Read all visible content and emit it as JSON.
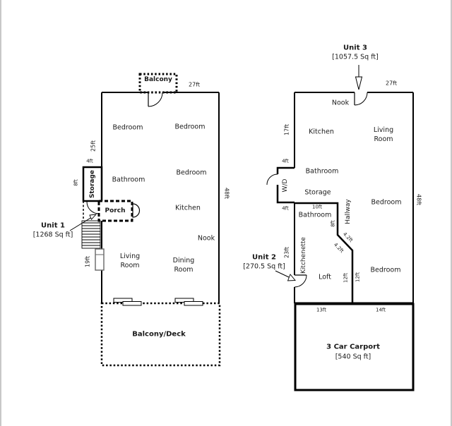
{
  "palette": {
    "wall": "#000000",
    "text": "#1a1a1a",
    "frame": "#c8c8c8",
    "background": "#ffffff"
  },
  "left_plan": {
    "unit1": {
      "name": "Unit 1",
      "area": "[1268 Sq ft]"
    },
    "rooms": {
      "balcony": "Balcony",
      "bedroom_top_left": "Bedroom",
      "bedroom_top_right": "Bedroom",
      "bathroom": "Bathroom",
      "storage": "Storage",
      "bedroom_middle": "Bedroom",
      "porch": "Porch",
      "kitchen": "Kitchen",
      "nook": "Nook",
      "living_room": "Living\nRoom",
      "dining_room": "Dining\nRoom",
      "balcony_deck": "Balcony/Deck"
    },
    "dimensions": {
      "top_width": "27ft",
      "upper_left_height": "25ft",
      "storage_offset": "4ft",
      "storage_height": "8ft",
      "lower_left_height": "19ft",
      "right_height": "48ft"
    }
  },
  "right_plan": {
    "unit3": {
      "name": "Unit 3",
      "area": "[1057.5 Sq ft]"
    },
    "unit2": {
      "name": "Unit 2",
      "area": "[270.5 Sq ft]"
    },
    "rooms": {
      "nook": "Nook",
      "kitchen": "Kitchen",
      "living_room": "Living\nRoom",
      "bathroom_upper": "Bathroom",
      "wd": "W/D",
      "storage": "Storage",
      "bathroom_lower": "Bathroom",
      "hallway": "Hallway",
      "bedroom_upper": "Bedroom",
      "kitchenette": "Kitchenette",
      "loft": "Loft",
      "bedroom_lower": "Bedroom"
    },
    "dimensions": {
      "top_width": "27ft",
      "upper_left_height": "17ft",
      "wd_top": "4ft",
      "wd_bottom": "4ft",
      "bath_width": "10ft",
      "hall_height": "8ft",
      "diag_upper": "4.2ft",
      "diag_lower": "4.2ft",
      "lower_left_height": "23ft",
      "loft_height": "12ft",
      "bedroom_height": "12ft",
      "right_height": "48ft",
      "carport_left_width": "13ft",
      "carport_right_width": "14ft"
    },
    "carport": {
      "name": "3 Car Carport",
      "area": "[540 Sq ft]"
    }
  }
}
